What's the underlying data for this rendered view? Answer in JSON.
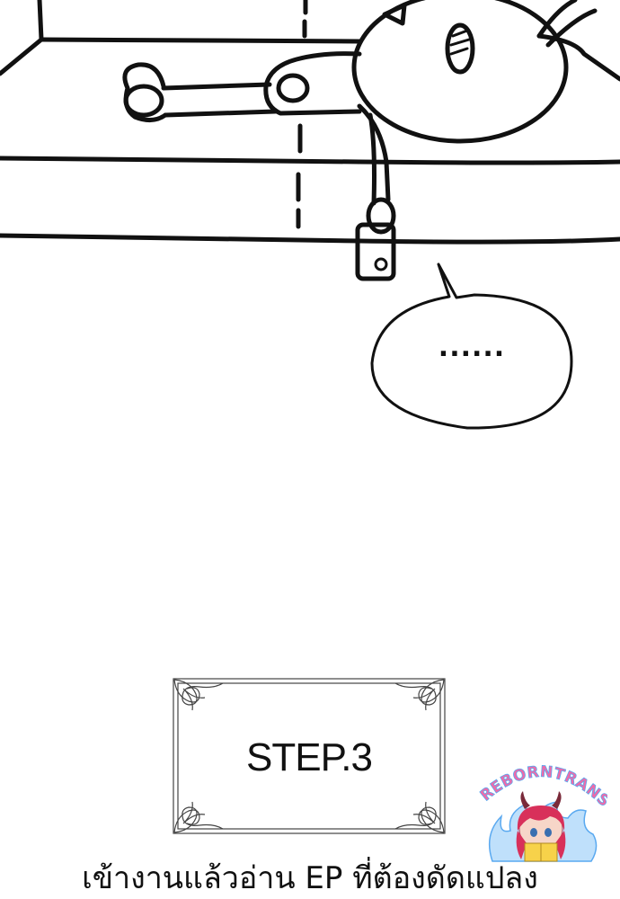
{
  "speech_bubble": {
    "text": "......"
  },
  "step_box": {
    "title": "STEP.3"
  },
  "caption": {
    "text": "เข้างานแล้วอ่าน EP ที่ต้องดัดแปลง"
  },
  "watermark": {
    "logo_text": "REBORNTRANS",
    "colors": {
      "pink": "#f06aa8",
      "blue": "#5aa9f0",
      "yellow": "#f7d24a",
      "hair": "#d8305a"
    }
  },
  "colors": {
    "ink": "#111111",
    "paper": "#ffffff"
  }
}
